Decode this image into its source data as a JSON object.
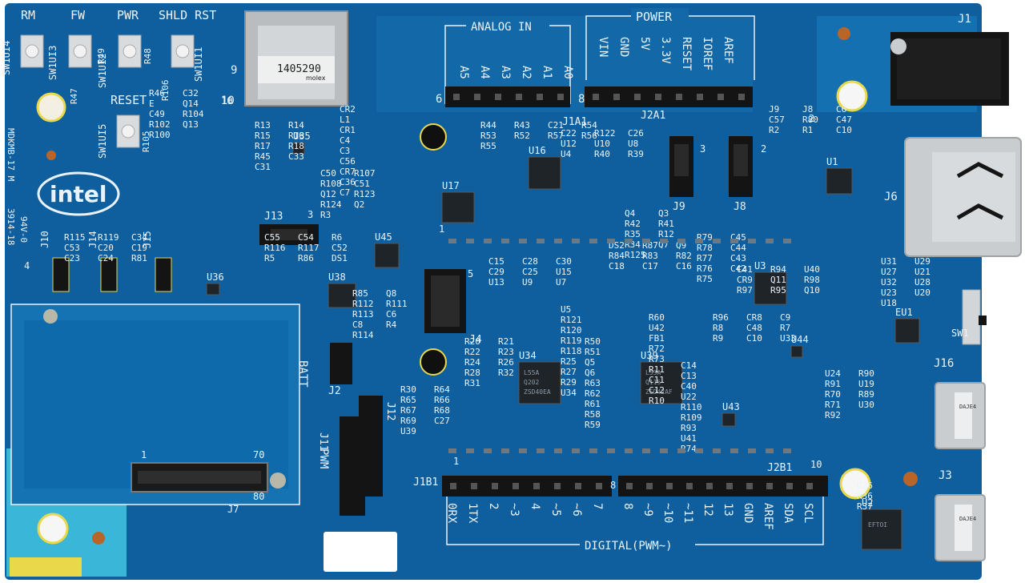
{
  "board": {
    "colors": {
      "pcb": "#0f5f9e",
      "pcb_dark": "#0b4f86",
      "copper_pour": "#1670b0",
      "silkscreen": "#eaf3fb",
      "header": "#141414",
      "metal": "#c9cdd0",
      "cyan_edge": "#3ab7d8"
    },
    "buttons": [
      {
        "label": "RM",
        "ref": "SW1UI4"
      },
      {
        "label": "FW",
        "ref": "SW1UI3"
      },
      {
        "label": "PWR",
        "ref": "SW1UI2"
      },
      {
        "label": "SHLD RST",
        "ref": "SW1UI1"
      },
      {
        "label": "RESET",
        "ref": "SW1UI5"
      }
    ],
    "button_resistors": [
      "R49",
      "R48",
      "R47",
      "R106",
      "R105"
    ],
    "logo": "intel",
    "sd_slot": {
      "pin9": "9",
      "pin10": "10",
      "code": "1405290",
      "brand": "molex"
    },
    "analog": {
      "title": "ANALOG IN",
      "pins": [
        "A5",
        "A4",
        "A3",
        "A2",
        "A1",
        "A0"
      ],
      "header_pin": "6",
      "ref": "J1A1"
    },
    "power": {
      "title": "POWER",
      "pins": [
        "VIN",
        "GND",
        "5V",
        "3.3V",
        "RESET",
        "IOREF",
        "AREF"
      ],
      "header_pin": "8",
      "ref": "J2A1"
    },
    "digital": {
      "title": "DIGITAL(PWM~)",
      "ref1": "J1B1",
      "ref2": "J2B1",
      "pins": [
        "0RX",
        "1TX",
        "2",
        "~3",
        "4",
        "~5",
        "~6",
        "7",
        "8",
        "~9",
        "~10",
        "~11",
        "12",
        "13",
        "GND",
        "AREF",
        "SDA",
        "SCL"
      ],
      "pin_first": "1",
      "pin_mid": "8",
      "pin_last": "10"
    },
    "connectors": {
      "j1": "J1",
      "j6": "J6",
      "j16": "J16",
      "j3": "J3",
      "j7": "J7",
      "j2": "J2",
      "j4": "J4",
      "j8": "J8",
      "j9": "J9",
      "j10": "J10",
      "j11": "J11",
      "j12": "J12",
      "j13": "J13",
      "j14": "J14",
      "j15": "J15",
      "sw1": "SW1"
    },
    "labels": {
      "batt": "BATT",
      "pwm": "PWM",
      "fcc_id": "MDKMB-17 M",
      "ul": "94V-0",
      "date": "3914-18"
    },
    "pin_numbers": [
      "2",
      "3",
      "5",
      "1",
      "70",
      "80",
      "10",
      "2",
      "4",
      "1",
      "3"
    ],
    "ics": [
      {
        "ref": "U16"
      },
      {
        "ref": "U17"
      },
      {
        "ref": "U34",
        "top": "L55A",
        "mid": "Q202",
        "bot": "ZSD40EA"
      },
      {
        "ref": "U39",
        "top": "L53A",
        "mid": "Q115",
        "bot": "ZSD42AF"
      },
      {
        "ref": "U3"
      },
      {
        "ref": "U1"
      },
      {
        "ref": "U2"
      },
      {
        "ref": "U35"
      },
      {
        "ref": "U36"
      },
      {
        "ref": "U38"
      },
      {
        "ref": "U45"
      },
      {
        "ref": "U44"
      },
      {
        "ref": "U43"
      },
      {
        "ref": "EU1"
      }
    ],
    "refs": [
      "R44",
      "R43",
      "C21",
      "R54",
      "R53",
      "R52",
      "R57",
      "R56",
      "R55",
      "C22",
      "R122",
      "C26",
      "U12",
      "U10",
      "U8",
      "U4",
      "R40",
      "R39",
      "Q4",
      "Q3",
      "R42",
      "R41",
      "R35",
      "R12",
      "R34",
      "Q7",
      "R125",
      "J9",
      "J8",
      "C6",
      "C57",
      "R80",
      "C47",
      "R2",
      "R1",
      "C10",
      "CR2",
      "L1",
      "CR1",
      "C4",
      "C3",
      "C56",
      "CR7",
      "C36",
      "C7",
      "R13",
      "R14",
      "R15",
      "R16",
      "R17",
      "R18",
      "R45",
      "C33",
      "C31",
      "R46",
      "C32",
      "E",
      "Q14",
      "C49",
      "R104",
      "R102",
      "Q13",
      "R100",
      "C50",
      "R107",
      "R108",
      "C51",
      "Q12",
      "R123",
      "R124",
      "Q2",
      "R3",
      "C55",
      "C54",
      "R6",
      "R116",
      "R117",
      "C52",
      "R5",
      "R86",
      "DS1",
      "R85",
      "Q8",
      "R112",
      "R111",
      "R113",
      "C6",
      "C8",
      "R4",
      "R114",
      "R115",
      "R119",
      "C34",
      "C53",
      "C20",
      "C19",
      "C23",
      "C24",
      "R81",
      "DS2",
      "R87",
      "Q9",
      "R84",
      "R83",
      "R82",
      "C18",
      "C17",
      "C16",
      "C15",
      "C28",
      "C30",
      "C29",
      "C25",
      "U15",
      "U13",
      "U9",
      "U7",
      "U5",
      "R121",
      "R120",
      "R119",
      "R118",
      "R25",
      "R27",
      "R29",
      "U34",
      "R20",
      "R21",
      "R22",
      "R23",
      "R24",
      "R26",
      "R28",
      "R32",
      "R31",
      "R30",
      "R64",
      "R65",
      "R66",
      "R67",
      "R68",
      "R69",
      "C27",
      "U39",
      "R50",
      "R51",
      "Q5",
      "Q6",
      "R63",
      "R62",
      "R61",
      "R58",
      "R59",
      "R60",
      "U42",
      "FB1",
      "R72",
      "R73",
      "R11",
      "C11",
      "C12",
      "R10",
      "C14",
      "C13",
      "C40",
      "U22",
      "R110",
      "R109",
      "R93",
      "U41",
      "R74",
      "R79",
      "C45",
      "R78",
      "C44",
      "R77",
      "C43",
      "R76",
      "C42",
      "R75",
      "C41",
      "R94",
      "U40",
      "CR9",
      "Q11",
      "R98",
      "R97",
      "R95",
      "Q10",
      "R96",
      "CR8",
      "C9",
      "R8",
      "C48",
      "R7",
      "R9",
      "C10",
      "U33",
      "U31",
      "U29",
      "U27",
      "U21",
      "U32",
      "U28",
      "U23",
      "U20",
      "U18",
      "U24",
      "R90",
      "R91",
      "U19",
      "R70",
      "R89",
      "R71",
      "U30",
      "R92",
      "U26",
      "R36",
      "R37"
    ],
    "ic_markings": {
      "u2": "EFTOI",
      "j16": "DAJE4",
      "j3": "DAJE4"
    }
  }
}
